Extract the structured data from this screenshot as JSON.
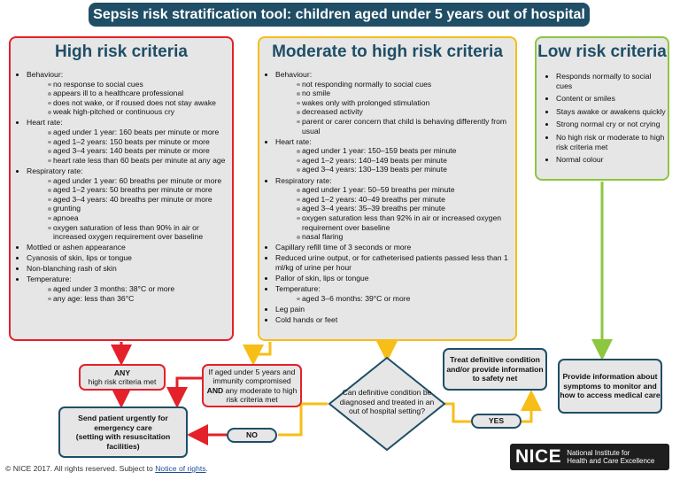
{
  "title": "Sepsis risk stratification tool: children aged under 5 years out of hospital",
  "high": {
    "heading": "High risk criteria",
    "items": [
      {
        "label": "Behaviour:",
        "sub": [
          "no response to social cues",
          "appears ill to a healthcare professional",
          "does not wake, or if roused does not stay awake",
          "weak high-pitched or continuous cry"
        ]
      },
      {
        "label": "Heart rate:",
        "sub": [
          "aged under 1 year: 160 beats per minute or more",
          "aged 1–2 years: 150 beats per minute or more",
          "aged 3–4 years: 140 beats per minute or more",
          "heart rate less than 60 beats per minute at any age"
        ]
      },
      {
        "label": "Respiratory rate:",
        "sub": [
          "aged under 1 year: 60 breaths per minute or more",
          "aged 1–2 years: 50 breaths per minute or more",
          "aged 3–4 years: 40 breaths per minute or more",
          "grunting",
          "apnoea",
          "oxygen saturation of less than 90% in air or increased oxygen requirement over baseline"
        ]
      },
      {
        "label": "Mottled or ashen appearance",
        "sub": []
      },
      {
        "label": "Cyanosis of skin, lips or tongue",
        "sub": []
      },
      {
        "label": "Non-blanching rash of skin",
        "sub": []
      },
      {
        "label": "Temperature:",
        "sub": [
          "aged under 3 months: 38°C or more",
          "any age: less than 36°C"
        ]
      }
    ]
  },
  "moderate": {
    "heading": "Moderate to high risk criteria",
    "items": [
      {
        "label": "Behaviour:",
        "sub": [
          "not responding normally to social cues",
          "no smile",
          "wakes only with prolonged stimulation",
          "decreased activity",
          "parent or carer concern that child is behaving differently from usual"
        ]
      },
      {
        "label": "Heart rate:",
        "sub": [
          "aged under 1 year: 150–159 beats per minute",
          "aged 1–2 years: 140–149 beats per minute",
          "aged 3–4 years: 130–139 beats per minute"
        ]
      },
      {
        "label": "Respiratory rate:",
        "sub": [
          "aged under 1 year: 50–59 breaths per minute",
          "aged 1–2 years: 40–49 breaths per minute",
          "aged 3–4 years: 35–39 breaths per minute",
          "oxygen saturation less than 92% in air or increased oxygen requirement over baseline",
          "nasal flaring"
        ]
      },
      {
        "label": "Capillary refill time of 3 seconds or more",
        "sub": []
      },
      {
        "label": "Reduced urine output, or for catheterised patients passed less than 1 ml/kg of urine per hour",
        "sub": []
      },
      {
        "label": "Pallor of skin, lips or tongue",
        "sub": []
      },
      {
        "label": "Temperature:",
        "sub": [
          "aged 3–6 months: 39°C or more"
        ]
      },
      {
        "label": "Leg pain",
        "sub": []
      },
      {
        "label": "Cold hands or feet",
        "sub": []
      }
    ]
  },
  "low": {
    "heading": "Low risk criteria",
    "items": [
      {
        "label": "Responds normally to social cues",
        "sub": []
      },
      {
        "label": "Content or smiles",
        "sub": []
      },
      {
        "label": "Stays awake or awakens quickly",
        "sub": []
      },
      {
        "label": "Strong normal cry or not crying",
        "sub": []
      },
      {
        "label": "No high risk or moderate to high risk criteria met",
        "sub": []
      },
      {
        "label": "Normal colour",
        "sub": []
      }
    ]
  },
  "flow": {
    "any_line1": "ANY",
    "any_line2": "high risk criteria met",
    "immuno_line1": "If aged under 5 years and immunity compromised",
    "immuno_and": "AND",
    "immuno_line2": "any moderate to high risk criteria met",
    "question": "Can definitive condition be diagnosed and treated in an out of hospital setting?",
    "treat": "Treat definitive condition and/or provide information to safety net",
    "send_line1": "Send patient urgently for emergency care",
    "send_line2": "(setting with resuscitation facilities)",
    "info": "Provide information about symptoms to monitor and how to access medical care",
    "no": "NO",
    "yes": "YES"
  },
  "footer": {
    "text": "© NICE 2017. All rights reserved. Subject to ",
    "link": "Notice of rights",
    "end": "."
  },
  "logo": {
    "word": "NICE",
    "line1": "National Institute for",
    "line2": "Health and Care Excellence"
  },
  "colors": {
    "navy": "#1f4e66",
    "red": "#e4202a",
    "amber": "#f7be17",
    "green": "#8dc63f"
  }
}
